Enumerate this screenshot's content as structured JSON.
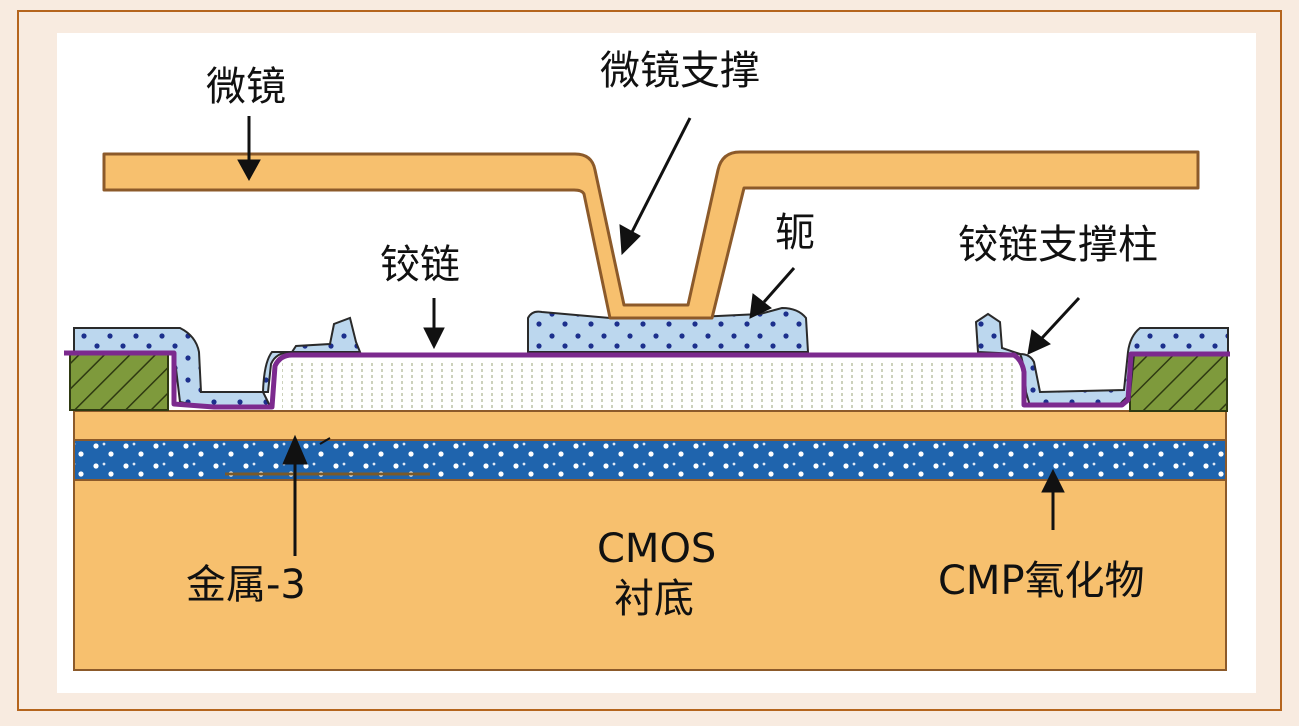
{
  "labels": {
    "micromirror": "微镜",
    "mirror_support": "微镜支撑",
    "yoke": "轭",
    "hinge": "铰链",
    "hinge_support_post": "铰链支撑柱",
    "metal3": "金属-3",
    "cmos_line1": "CMOS",
    "cmos_line2": "衬底",
    "cmp_oxide": "CMP氧化物"
  },
  "colors": {
    "frame_background": "#f8ebe0",
    "panel": "#ffffff",
    "substrate": "#f7c06e",
    "outline": "#8c5a2a",
    "oxide": "#1f64ad",
    "hinge_metal": "#7c2a8e",
    "post_fill": "#bcd7ee",
    "post_dots": "#1c2f8c",
    "electrode": "#7e9a3c",
    "arrow": "#111111"
  }
}
